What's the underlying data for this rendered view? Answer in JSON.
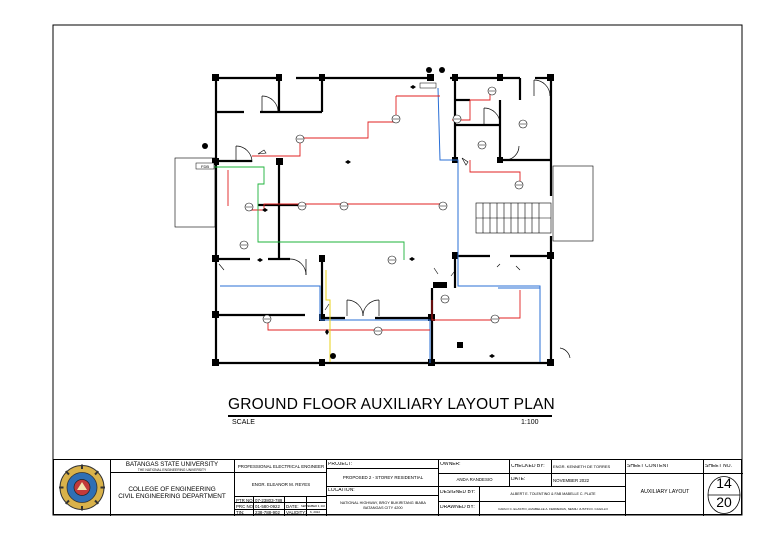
{
  "drawing": {
    "title": "GROUND FLOOR AUXILIARY LAYOUT PLAN",
    "scale_label": "SCALE",
    "scale_value": "1:100",
    "room_tag": "FDB"
  },
  "colors": {
    "wall": "#000000",
    "red_circuit": "#e02020",
    "blue_circuit": "#2a6fd6",
    "green_circuit": "#1cb33a",
    "yellow_circuit": "#e8d21a"
  },
  "title_block": {
    "university": "BATANGAS STATE UNIVERSITY",
    "university_sub": "THE NATIONAL ENGINEERING UNIVERSITY",
    "college": "COLLEGE OF ENGINEERING",
    "department": "CIVIL ENGINEERING DEPARTMENT",
    "pee_label": "PROFESSIONAL ELECTRICAL ENGINEER",
    "pee_name": "ENGR. ELEANOR M. REYES",
    "ptr_label": "PTR NO:",
    "ptr_value": "07-23803-789",
    "prc_label": "PRC NO:",
    "prc_value": "01-580-0922",
    "tin_label": "TIN:",
    "tin_value": "238-788-902",
    "date_label_small": "DATE:",
    "date_value_small": "SEPTEMBER 3, 2021",
    "validity_label": "VALIDITY:",
    "validity_value": "6, 2022",
    "project_label": "PROJECT:",
    "project_value": "PROPOSED 2 - STOREY RESIDENTIAL",
    "location_label": "LOCATION:",
    "location_value_1": "NATIONAL HIGHWAY, BRGY BUKIRITANG IBABA",
    "location_value_2": "BATANGAS CITY 4200",
    "owner_label": "OWNER:",
    "owner_value": "ANDA RANDESIO",
    "checked_label": "CHECKED BY:",
    "checked_value": "ENGR. KENNETH DE TORRES",
    "date_label": "DATE:",
    "date_value": "NOVEMBER 2022",
    "designed_label": "DESIGNED BY:",
    "designed_value": "ALBERT E. TOLENTINO & FAB MABELLE C. PLATE",
    "drawn_label": "DRAWNED BY:",
    "drawn_value": "CARLO C. ELASTIO, AIZABELLE A. FERRERAS, NEMILI JUSTIN D. CAGILLO",
    "sheet_content_label": "SHEET CONTENT",
    "sheet_content_value": "AUXILIARY LAYOUT",
    "sheet_no_label": "SHEET NO.",
    "sheet_no": "14",
    "sheet_total": "20"
  }
}
